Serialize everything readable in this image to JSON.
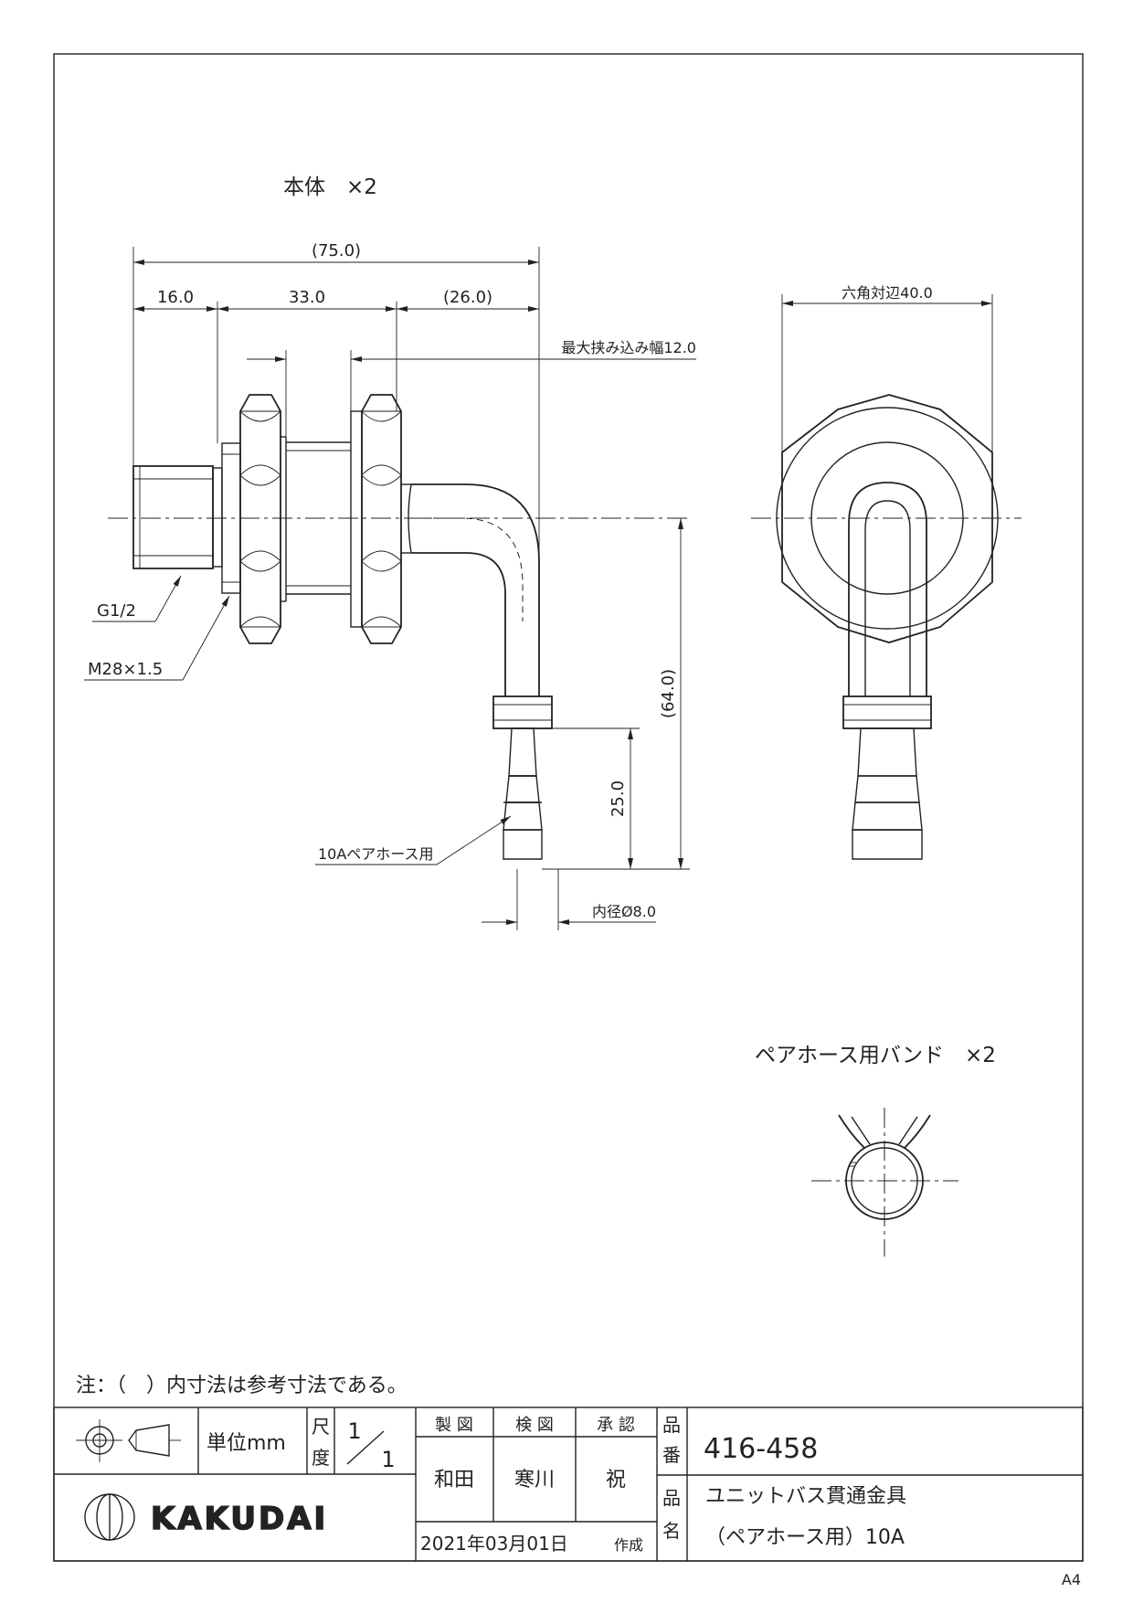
{
  "drawing": {
    "body_title": "本体　×2",
    "band_title": "ペアホース用バンド　×2",
    "note": "注：（　）内寸法は参考寸法である。",
    "paper_size": "A4"
  },
  "dimensions": {
    "overall_length": "(75.0)",
    "thread_length": "16.0",
    "body_length": "33.0",
    "elbow_length": "(26.0)",
    "max_clamp_width": "最大挟み込み幅12.0",
    "hex_across_flats": "六角対辺40.0",
    "height_total": "(64.0)",
    "hose_length": "25.0",
    "inner_diameter": "内径Ø8.0"
  },
  "callouts": {
    "thread": "G1/2",
    "nut_thread": "M28×1.5",
    "hose_use": "10Aペアホース用"
  },
  "title_block": {
    "unit": "単位mm",
    "scale_label_1": "尺",
    "scale_label_2": "度",
    "scale_num": "1",
    "scale_den": "1",
    "made_label": "製 図",
    "checked_label": "検 図",
    "approved_label": "承 認",
    "made_by": "和田",
    "checked_by": "寒川",
    "approved_by": "祝",
    "date": "2021年03月01日",
    "created_label": "作成",
    "part_no_label_1": "品",
    "part_no_label_2": "番",
    "part_no": "416-458",
    "part_name_label_1": "品",
    "part_name_label_2": "名",
    "part_name_1": "ユニットバス貫通金具",
    "part_name_2": "（ペアホース用）10A",
    "brand": "KAKUDAI",
    "projection_symbol": "third-angle-projection-icon",
    "logo": "kakudai-logo-icon"
  }
}
